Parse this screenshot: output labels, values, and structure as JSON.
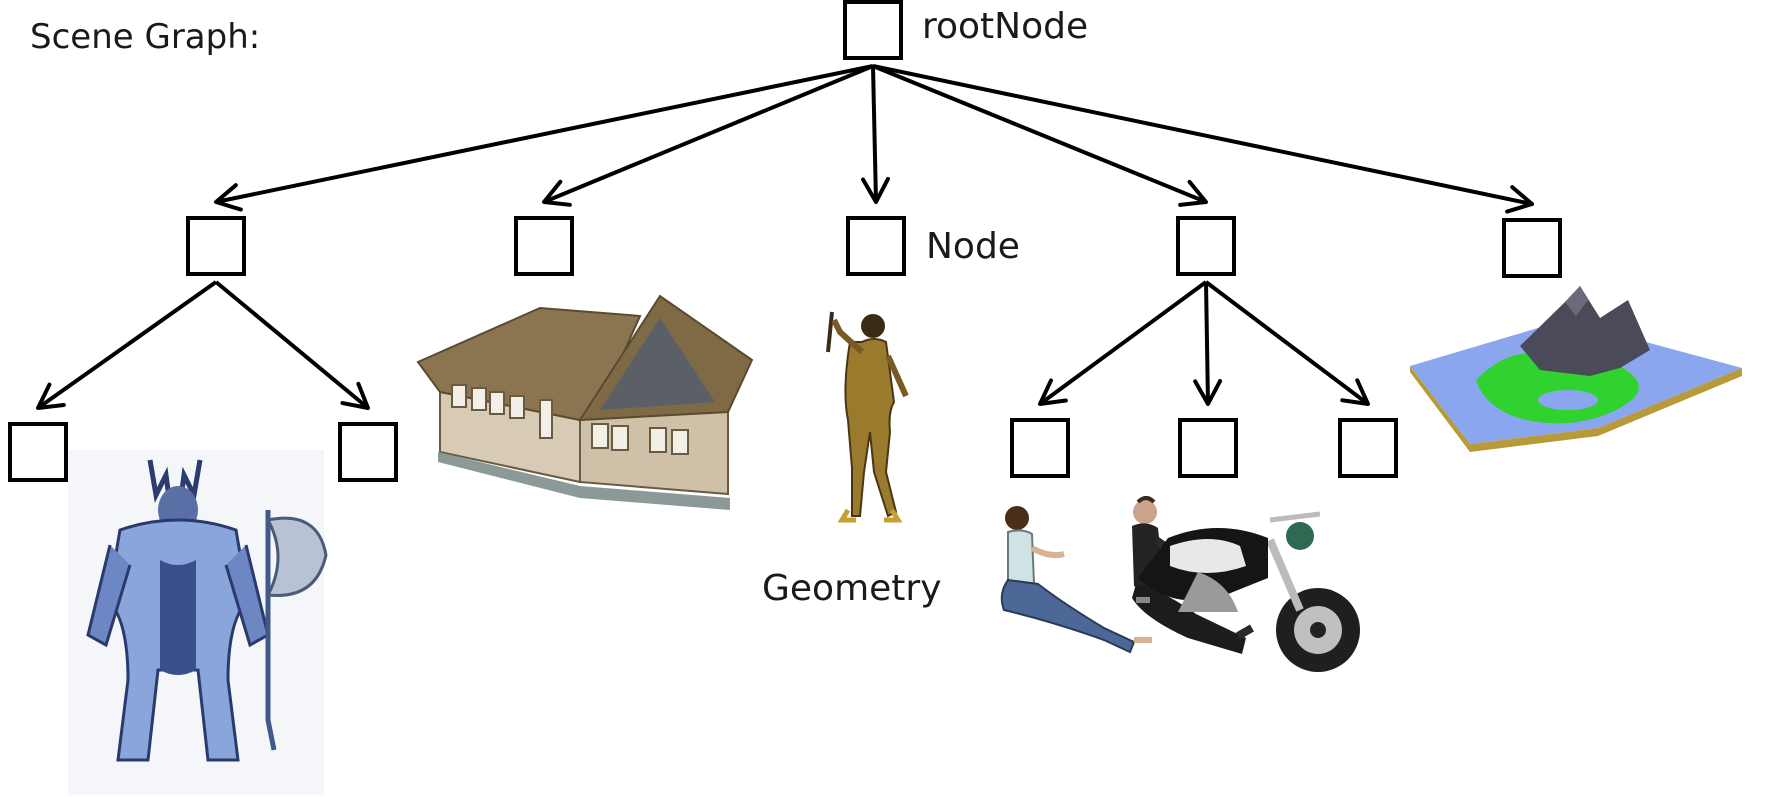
{
  "labels": {
    "title": "Scene Graph:",
    "root": "rootNode",
    "node": "Node",
    "geometry": "Geometry"
  },
  "colors": {
    "line": "#000000",
    "text": "#1a1a1a",
    "house_roof": "#8a7550",
    "house_wall": "#d8cbb6",
    "terrain_water": "#8aa6ee",
    "terrain_grass": "#2fd22f",
    "terrain_rock": "#4a4a58",
    "armor": "#7f9bd6",
    "motorcycle": "#222222"
  },
  "nodes": [
    {
      "id": "rootNode"
    },
    {
      "id": "n1"
    },
    {
      "id": "n2"
    },
    {
      "id": "n3"
    },
    {
      "id": "n4"
    },
    {
      "id": "n5"
    },
    {
      "id": "n1a"
    },
    {
      "id": "n1b"
    },
    {
      "id": "n4a"
    },
    {
      "id": "n4b"
    },
    {
      "id": "n4c"
    }
  ],
  "edges": [
    {
      "from": "rootNode",
      "to": "n1"
    },
    {
      "from": "rootNode",
      "to": "n2"
    },
    {
      "from": "rootNode",
      "to": "n3"
    },
    {
      "from": "rootNode",
      "to": "n4"
    },
    {
      "from": "rootNode",
      "to": "n5"
    },
    {
      "from": "n1",
      "to": "n1a"
    },
    {
      "from": "n1",
      "to": "n1b"
    },
    {
      "from": "n4",
      "to": "n4a"
    },
    {
      "from": "n4",
      "to": "n4b"
    },
    {
      "from": "n4",
      "to": "n4c"
    }
  ],
  "geometry_pictures": [
    {
      "name": "armored-knight",
      "icon": "knight-figure"
    },
    {
      "name": "house",
      "icon": "house-model"
    },
    {
      "name": "heroine",
      "icon": "woman-figure"
    },
    {
      "name": "seated-woman",
      "icon": "seated-woman-figure"
    },
    {
      "name": "seated-man",
      "icon": "seated-man-figure"
    },
    {
      "name": "motorcycle",
      "icon": "motorcycle-model"
    },
    {
      "name": "terrain",
      "icon": "terrain-model"
    }
  ]
}
